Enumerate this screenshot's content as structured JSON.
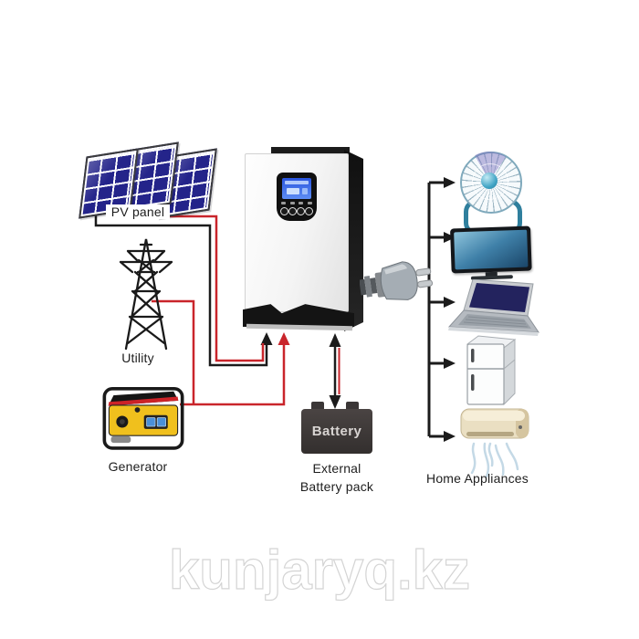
{
  "watermark": {
    "text": "kunjaryq.kz"
  },
  "sources": {
    "pv": {
      "label": "PV panel",
      "icon": "solar-panels-icon"
    },
    "utility": {
      "label": "Utility",
      "icon": "transmission-tower-icon"
    },
    "generator": {
      "label": "Generator",
      "icon": "generator-icon"
    }
  },
  "inverter": {
    "icon": "inverter-unit",
    "plug_icon": "power-plug-icon"
  },
  "battery": {
    "box_label": "Battery",
    "caption_line1": "External",
    "caption_line2": "Battery pack",
    "icon": "battery-icon"
  },
  "appliances": {
    "label": "Home Appliances",
    "items": [
      {
        "icon": "fan-icon"
      },
      {
        "icon": "tv-icon"
      },
      {
        "icon": "laptop-icon"
      },
      {
        "icon": "refrigerator-icon"
      },
      {
        "icon": "air-conditioner-icon"
      }
    ]
  },
  "colors": {
    "wire_black": "#1b1b1b",
    "wire_red": "#c9252b",
    "pv_cell_blue": "#24248a",
    "lcd_blue": "#3a63e6",
    "fan_teal": "#2f7f9d",
    "generator_yellow": "#f0c01d",
    "battery_dark": "#3b3736",
    "ac_beige": "#eadfc2"
  }
}
